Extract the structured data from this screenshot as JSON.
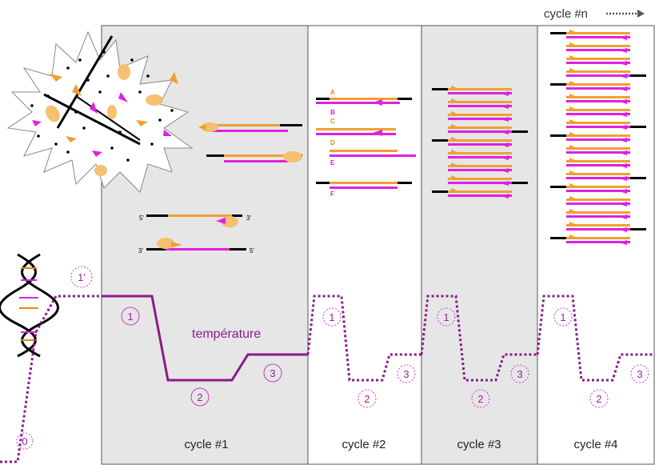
{
  "panels": [
    {
      "label": "cycle #1",
      "fill": "#e6e6e6"
    },
    {
      "label": "cycle #2",
      "fill": "#ffffff"
    },
    {
      "label": "cycle #3",
      "fill": "#e6e6e6"
    },
    {
      "label": "cycle #4",
      "fill": "#ffffff"
    }
  ],
  "cycle_n_label": "cycle #n",
  "temperature_label": "température",
  "steps": {
    "s0": "0",
    "s1p": "1'",
    "s1": "1",
    "s2": "2",
    "s3": "3"
  },
  "strand_letters": [
    "A",
    "B",
    "C",
    "D",
    "E",
    "F"
  ],
  "end_labels": {
    "five": "5'",
    "three": "3'"
  },
  "colors": {
    "orange": "#f0a030",
    "magenta": "#e020e0",
    "purple": "#8b1a8b",
    "polymerase": "#f5c070",
    "panel_grey": "#e6e6e6",
    "border": "#555555"
  },
  "icons": [
    "dna-helix-icon",
    "explosion-burst-icon",
    "polymerase-icon",
    "primer-arrow-icon",
    "dotted-arrow-icon"
  ]
}
